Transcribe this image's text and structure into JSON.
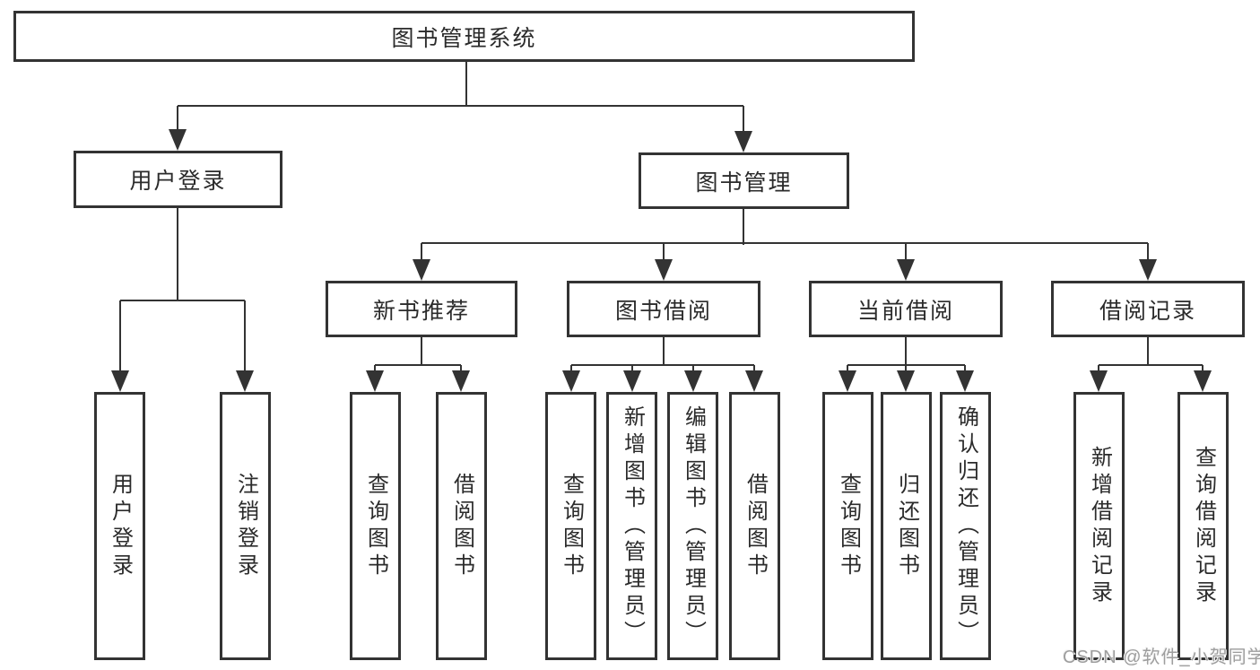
{
  "colors": {
    "line": "#333333",
    "text": "#2b2b2b",
    "watermark": "#9e9e9e",
    "background": "#ffffff"
  },
  "watermark": "CSDN @软件_小贺同学",
  "nodes": {
    "root": "图书管理系统",
    "user_login": "用户登录",
    "book_mgmt": "图书管理",
    "new_rec": "新书推荐",
    "borrow": "图书借阅",
    "current": "当前借阅",
    "record": "借阅记录",
    "leaf_login": "用户登录",
    "leaf_logout": "注销登录",
    "rec_query": "查询图书",
    "rec_borrow": "借阅图书",
    "bor_query": "查询图书",
    "bor_add": "新增图书（管理员）",
    "bor_edit": "编辑图书（管理员）",
    "bor_borrow": "借阅图书",
    "cur_query": "查询图书",
    "cur_return": "归还图书",
    "cur_confirm": "确认归还（管理员）",
    "rec2_add": "新增借阅记录",
    "rec2_query": "查询借阅记录"
  }
}
